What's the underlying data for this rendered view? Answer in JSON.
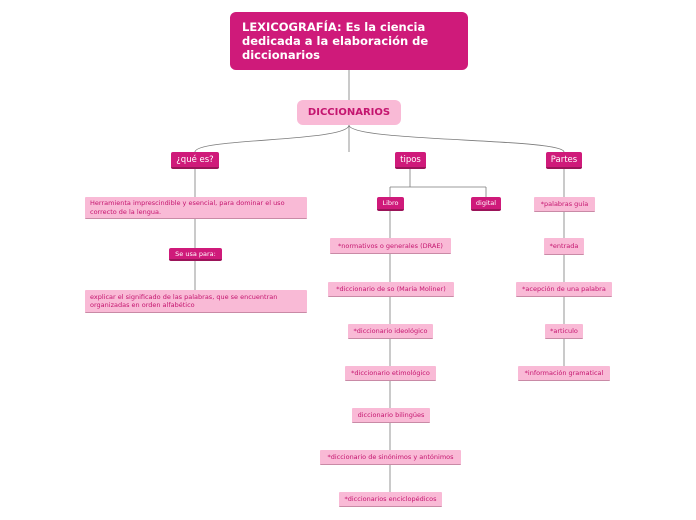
{
  "root": {
    "title": "LEXICOGRAFÍA: Es la ciencia dedicada a la elaboración de diccionarios"
  },
  "main": {
    "label": "DICCIONARIOS"
  },
  "que_es": {
    "label": "¿qué es?",
    "definition": "Herramienta imprescindible y esencial, para dominar el uso correcto de la lengua.",
    "se_usa_para": "Se usa para:",
    "uso": "explicar el significado de las palabras, que se encuentran organizadas en orden alfabético"
  },
  "tipos": {
    "label": "tipos",
    "libro": "Libro",
    "digital": "digital",
    "items": [
      "*normativos o generales (DRAE)",
      "*diccionario de so (Maria Moliner)",
      "*diccionario ideológico",
      "*diccionario etimológico",
      "diccionario bilingües",
      "*diccionario de sinónimos y antónimos",
      "*diccionarios enciclopédicos"
    ]
  },
  "partes": {
    "label": "Partes",
    "items": [
      "*palabras guía",
      "*entrada",
      "*acepción de una palabra",
      "*articulo",
      "*información gramatical"
    ]
  },
  "colors": {
    "primary": "#cf1a7a",
    "light": "#f9bad6",
    "text_dark": "#c4156f",
    "line": "#7a7a7a"
  }
}
